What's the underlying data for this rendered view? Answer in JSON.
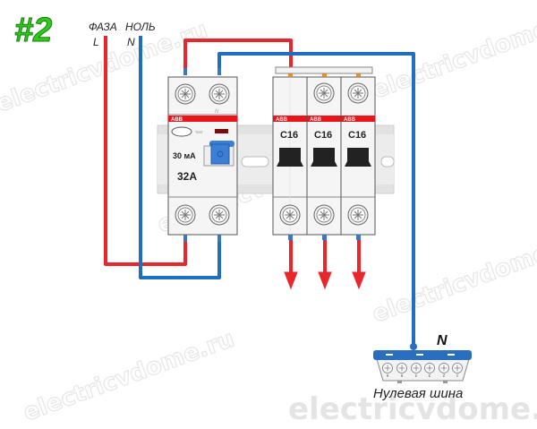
{
  "badge": "#2",
  "watermark": "electricvdome.ru",
  "inputs": {
    "phase_label": "ФАЗА",
    "phase_letter": "L",
    "neutral_label": "НОЛЬ",
    "neutral_letter": "N"
  },
  "rcd": {
    "brand": "ABB",
    "test_label": "TEST",
    "sensitivity": "30 мА",
    "rating": "32A",
    "terminal_mark": "N"
  },
  "breakers": [
    {
      "brand": "ABB",
      "rating": "C16"
    },
    {
      "brand": "ABB",
      "rating": "C16"
    },
    {
      "brand": "ABB",
      "rating": "C16"
    }
  ],
  "neutral_bus": {
    "letter": "N",
    "caption": "Нулевая шина",
    "terminals": [
      "6",
      "5",
      "4",
      "3",
      "2",
      "1"
    ]
  },
  "colors": {
    "phase": "#e8262b",
    "neutral": "#1f6fc0",
    "badge": "#2ecc1a",
    "stripe": "#e8161b",
    "bus": "#2a6ec0"
  }
}
